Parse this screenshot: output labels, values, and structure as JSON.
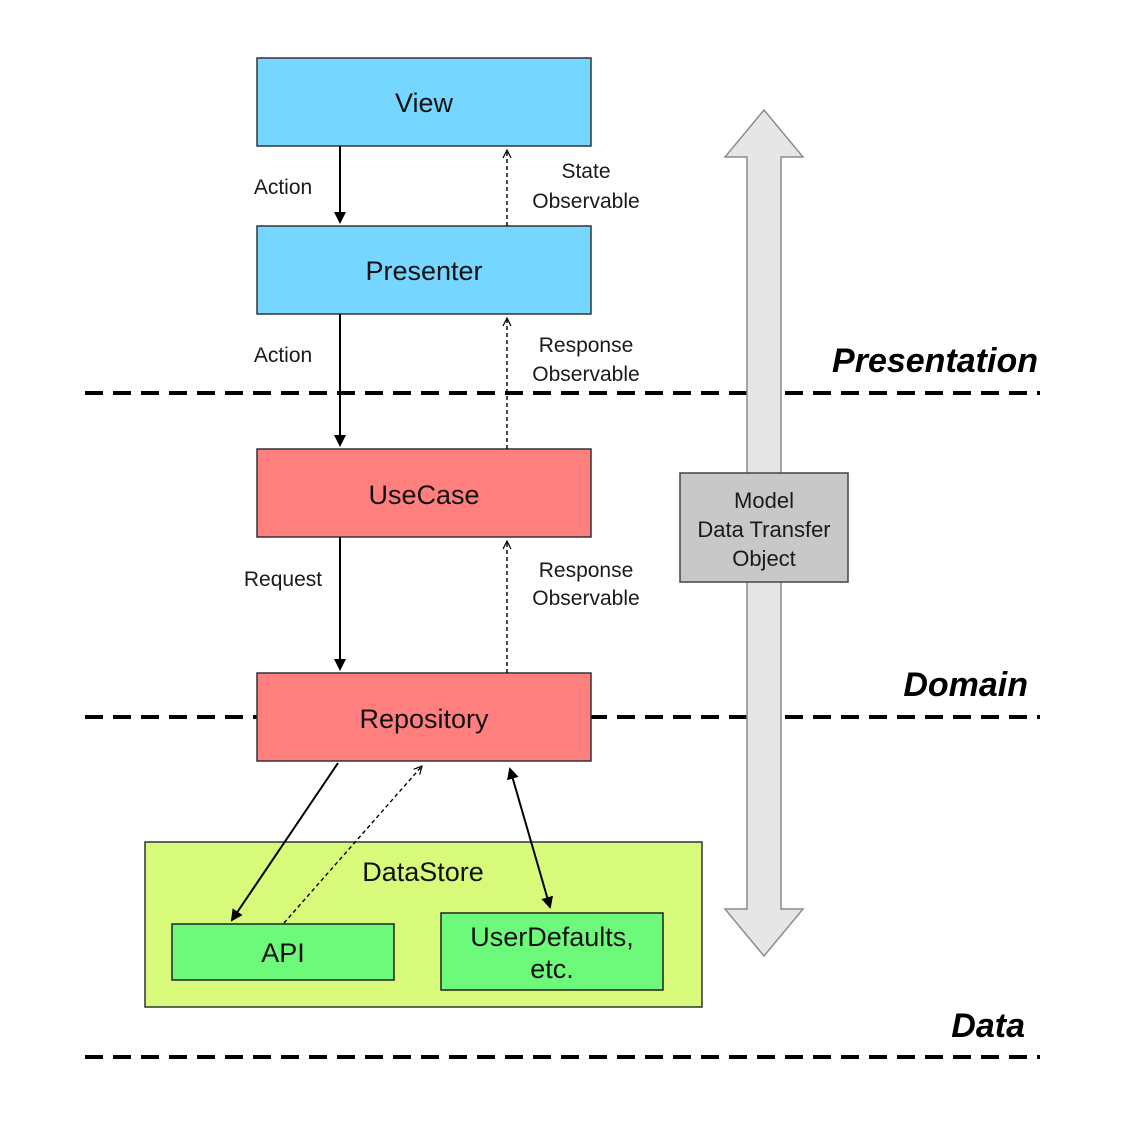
{
  "colors": {
    "presentation_box": "#75d6ff",
    "domain_box": "#ff7f7f",
    "datastore_box": "#d8fa7b",
    "datastore_item_box": "#6dfa7a",
    "model_box": "#c8c8c8",
    "big_arrow": "#e6e6e6"
  },
  "boxes": {
    "view": "View",
    "presenter": "Presenter",
    "usecase": "UseCase",
    "repository": "Repository",
    "datastore": "DataStore",
    "api": "API",
    "userdefaults_line1": "UserDefaults,",
    "userdefaults_line2": "etc."
  },
  "arrows": {
    "view_to_presenter": "Action",
    "presenter_to_view_line1": "State",
    "presenter_to_view_line2": "Observable",
    "presenter_to_usecase": "Action",
    "usecase_to_presenter_line1": "Response",
    "usecase_to_presenter_line2": "Observable",
    "usecase_to_repository": "Request",
    "repository_to_usecase_line1": "Response",
    "repository_to_usecase_line2": "Observable"
  },
  "model": {
    "line1": "Model",
    "line2": "Data Transfer",
    "line3": "Object"
  },
  "layers": {
    "presentation": "Presentation",
    "domain": "Domain",
    "data": "Data"
  }
}
